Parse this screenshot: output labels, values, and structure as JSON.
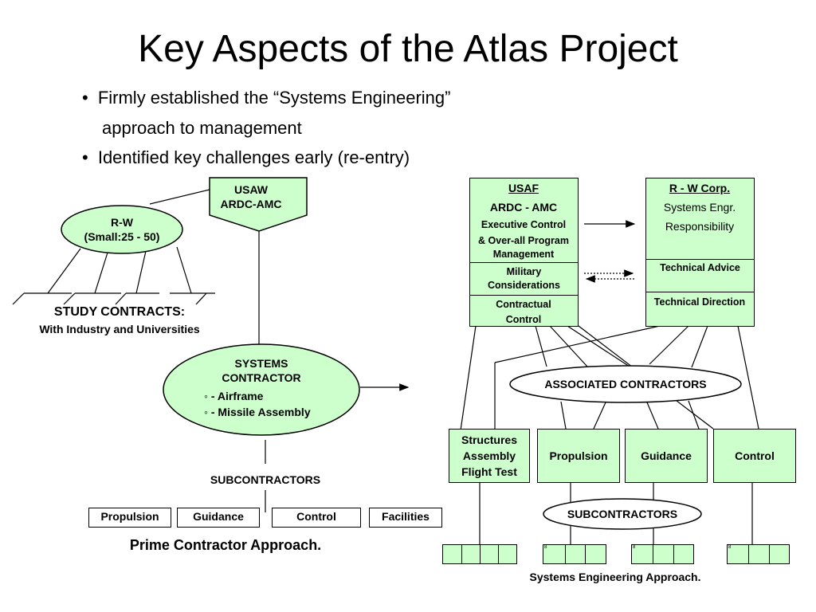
{
  "slide": {
    "title": "Key Aspects of the Atlas Project",
    "bullets": [
      {
        "line1": "Firmly established the “Systems Engineering”",
        "line2": "approach to management"
      },
      {
        "line1": "Identified key challenges early (re-entry)"
      }
    ]
  },
  "prime": {
    "usaw_line1": "USAW",
    "usaw_line2": "ARDC-AMC",
    "rw_line1": "R-W",
    "rw_line2": "(Small:25 - 50)",
    "study_title": "STUDY CONTRACTS:",
    "study_subtitle": "With Industry and Universities",
    "systems_line1": "SYSTEMS",
    "systems_line2": "CONTRACTOR",
    "systems_item1": "◦ - Airframe",
    "systems_item2": "◦ - Missile Assembly",
    "subcontractors_label": "SUBCONTRACTORS",
    "sub_boxes": [
      "Propulsion",
      "Guidance",
      "Control",
      "Facilities"
    ],
    "caption": "Prime Contractor Approach."
  },
  "systems_eng": {
    "usaf": {
      "title": "USAF",
      "org": "ARDC - AMC",
      "exec1": "Executive Control",
      "exec2": "& Over-all Program",
      "exec3": "Management",
      "mil1": "Military",
      "mil2": "Considerations",
      "con1": "Contractual",
      "con2": "Control"
    },
    "rw": {
      "title": "R - W Corp.",
      "line1": "Systems Engr.",
      "line2": "Responsibility",
      "advice": "Technical Advice",
      "direction": "Technical Direction"
    },
    "associated_label": "ASSOCIATED CONTRACTORS",
    "structures_line1": "Structures",
    "structures_line2": "Assembly",
    "structures_line3": "Flight Test",
    "contractor_boxes": [
      "Propulsion",
      "Guidance",
      "Control"
    ],
    "subcontractors_label": "SUBCONTRACTORS",
    "small_marker": "8",
    "caption": "Systems Engineering Approach."
  },
  "colors": {
    "box_fill": "#ccffcc",
    "line": "#000000",
    "background": "#ffffff"
  }
}
